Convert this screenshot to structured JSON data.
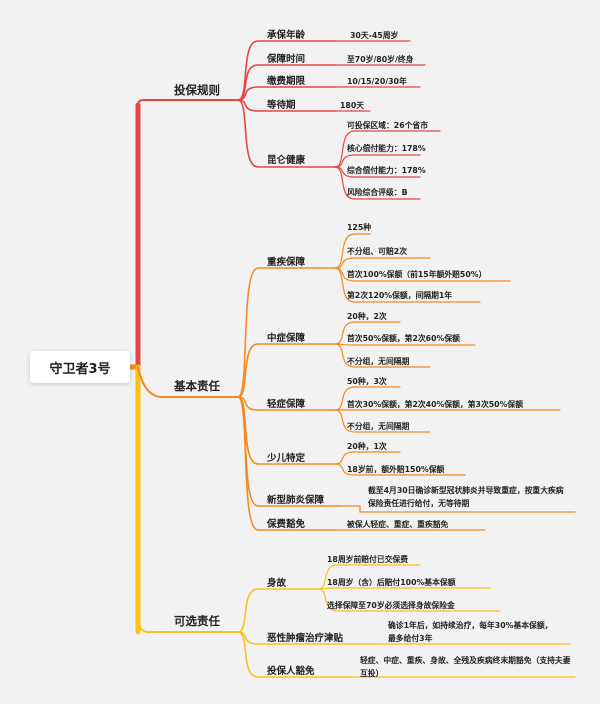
{
  "root": "守卫者3号",
  "branches": {
    "rules": {
      "label": "投保规则",
      "age": {
        "label": "承保年龄",
        "value": "30天-45周岁"
      },
      "term": {
        "label": "保障时间",
        "value": "至70岁/80岁/终身"
      },
      "payment": {
        "label": "缴费期限",
        "value": "10/15/20/30年"
      },
      "waiting": {
        "label": "等待期",
        "value": "180天"
      },
      "insurer": {
        "label": "昆仑健康",
        "items": [
          "可投保区域：26个省市",
          "核心偿付能力：178%",
          "综合偿付能力：178%",
          "风险综合评级：B"
        ]
      }
    },
    "basic": {
      "label": "基本责任",
      "critical": {
        "label": "重疾保障",
        "items": [
          "125种",
          "不分组、可赔2次",
          "首次100%保额（前15年额外赔50%）",
          "第2次120%保额，间隔期1年"
        ]
      },
      "moderate": {
        "label": "中症保障",
        "items": [
          "20种，2次",
          "首次50%保额，第2次60%保额",
          "不分组，无间隔期"
        ]
      },
      "mild": {
        "label": "轻症保障",
        "items": [
          "50种，3次",
          "首次30%保额，第2次40%保额，第3次50%保额",
          "不分组，无间隔期"
        ]
      },
      "child": {
        "label": "少儿特定",
        "items": [
          "20种，1次",
          "18岁前，额外赔150%保额"
        ]
      },
      "covid": {
        "label": "新型肺炎保障",
        "value": "截至4月30日确诊新型冠状肺炎并导致重症，按重大疾病保险责任进行给付，无等待期"
      },
      "waiver": {
        "label": "保费豁免",
        "value": "被保人轻症、重症、重疾豁免"
      }
    },
    "optional": {
      "label": "可选责任",
      "death": {
        "label": "身故",
        "items": [
          "18周岁前赔付已交保费",
          "18周岁（含）后赔付100%基本保额",
          "选择保障至70岁必须选择身故保险金"
        ]
      },
      "cancer": {
        "label": "恶性肿瘤治疗津贴",
        "value": "确诊1年后，如持续治疗，每年30%基本保额，最多给付3年"
      },
      "policyholder": {
        "label": "投保人豁免",
        "value": "轻症、中症、重疾、身故、全残及疾病终末期豁免（支持夫妻互投）"
      }
    }
  },
  "colors": {
    "rules": "#e64545",
    "basic": "#f5891f",
    "optional": "#f8c21b",
    "text": "#222222",
    "background": "#f2f2f2"
  }
}
